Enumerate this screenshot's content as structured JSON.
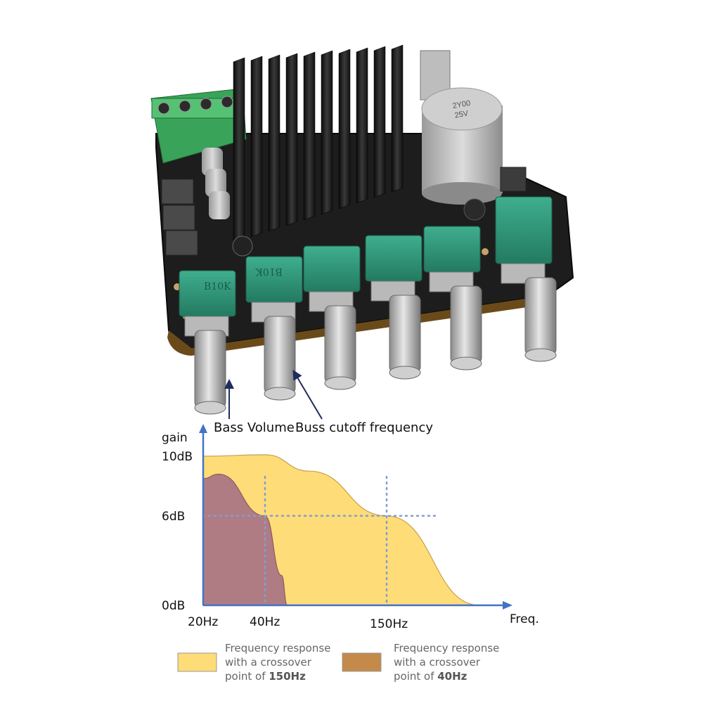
{
  "board": {
    "pot_labels": [
      "B10K",
      "B10K"
    ],
    "capacitor_marking": [
      "2Y00",
      "25V"
    ]
  },
  "callouts": {
    "bass_volume": "Bass Volume",
    "buss_cutoff": "Buss cutoff frequency"
  },
  "chart_data": {
    "type": "area",
    "ylabel": "gain",
    "xlabel": "Freq.",
    "y_ticks": [
      "10dB",
      "6dB",
      "0dB"
    ],
    "x_ticks": [
      "20Hz",
      "40Hz",
      "150Hz"
    ],
    "reference_level": "6dB",
    "series": [
      {
        "name": "Frequency response with a crossover point of 150Hz",
        "color": "#fedc78",
        "crossover": "150Hz",
        "x": [
          20,
          40,
          80,
          150,
          220
        ],
        "y": [
          10,
          10.1,
          9,
          6,
          0
        ]
      },
      {
        "name": "Frequency response with a crossover point of 40Hz",
        "color": "#b07c84",
        "crossover": "40Hz",
        "x": [
          20,
          25,
          40,
          55,
          60
        ],
        "y": [
          8.5,
          8.8,
          6,
          2,
          0
        ]
      }
    ],
    "legend": [
      {
        "line1": "Frequency response",
        "line2": "with a crossover",
        "line3a": "point of ",
        "line3b": "150Hz",
        "swatch": "#fedc78"
      },
      {
        "line1": "Frequency response",
        "line2": "with a crossover",
        "line3a": "point of ",
        "line3b": "40Hz",
        "swatch": "#c48a4a"
      }
    ]
  }
}
